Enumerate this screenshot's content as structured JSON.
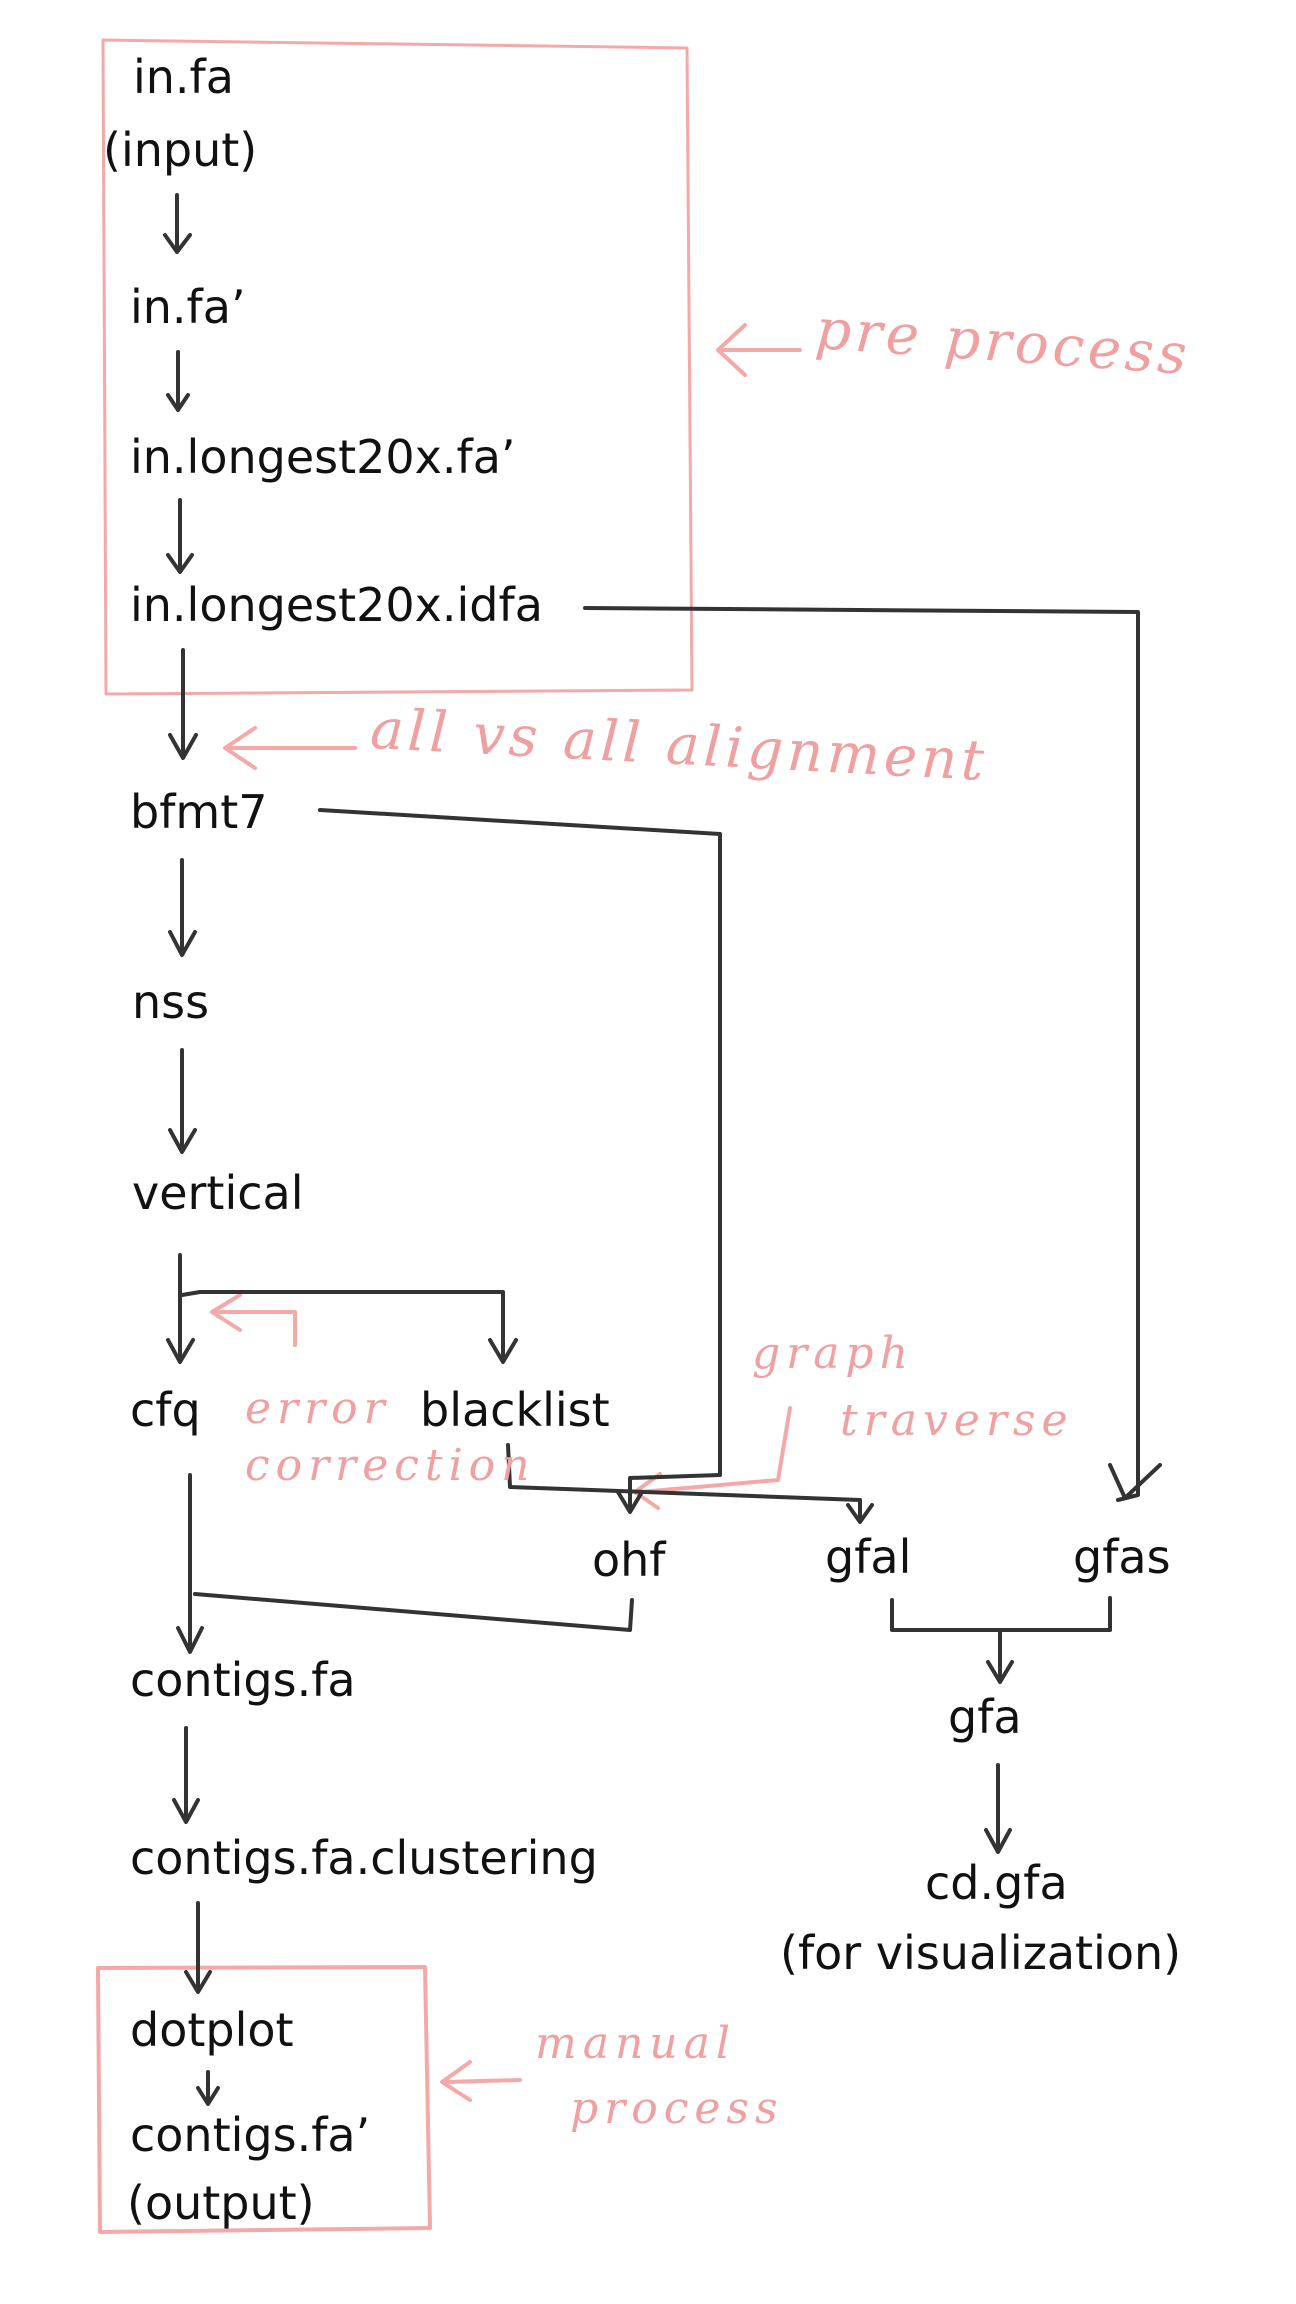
{
  "nodes": {
    "in_fa": "in.fa",
    "input_label": "(input)",
    "in_fa_prime": "in.fa’",
    "longest20x_fa": "in.longest20x.fa’",
    "longest20x_idfa": "in.longest20x.idfa",
    "bfmt7": "bfmt7",
    "nss": "nss",
    "vertical": "vertical",
    "cfq": "cfq",
    "blacklist": "blacklist",
    "ohf": "ohf",
    "gfal": "gfal",
    "gfas": "gfas",
    "gfa": "gfa",
    "cd_gfa": "cd.gfa",
    "visualization_label": "(for visualization)",
    "contigs_fa": "contigs.fa",
    "contigs_clustering": "contigs.fa.clustering",
    "dotplot": "dotplot",
    "contigs_fa_prime": "contigs.fa’",
    "output_label": "(output)"
  },
  "annotations": {
    "preprocess": "pre process",
    "all_vs_all": "all vs all alignment",
    "error_correction_1": "error",
    "error_correction_2": "correction",
    "graph_traverse_1": "graph",
    "graph_traverse_2": "traverse",
    "manual_process_1": "manual",
    "manual_process_2": "process"
  },
  "colors": {
    "ink": "#333333",
    "annotation": "#f0a0a0"
  }
}
